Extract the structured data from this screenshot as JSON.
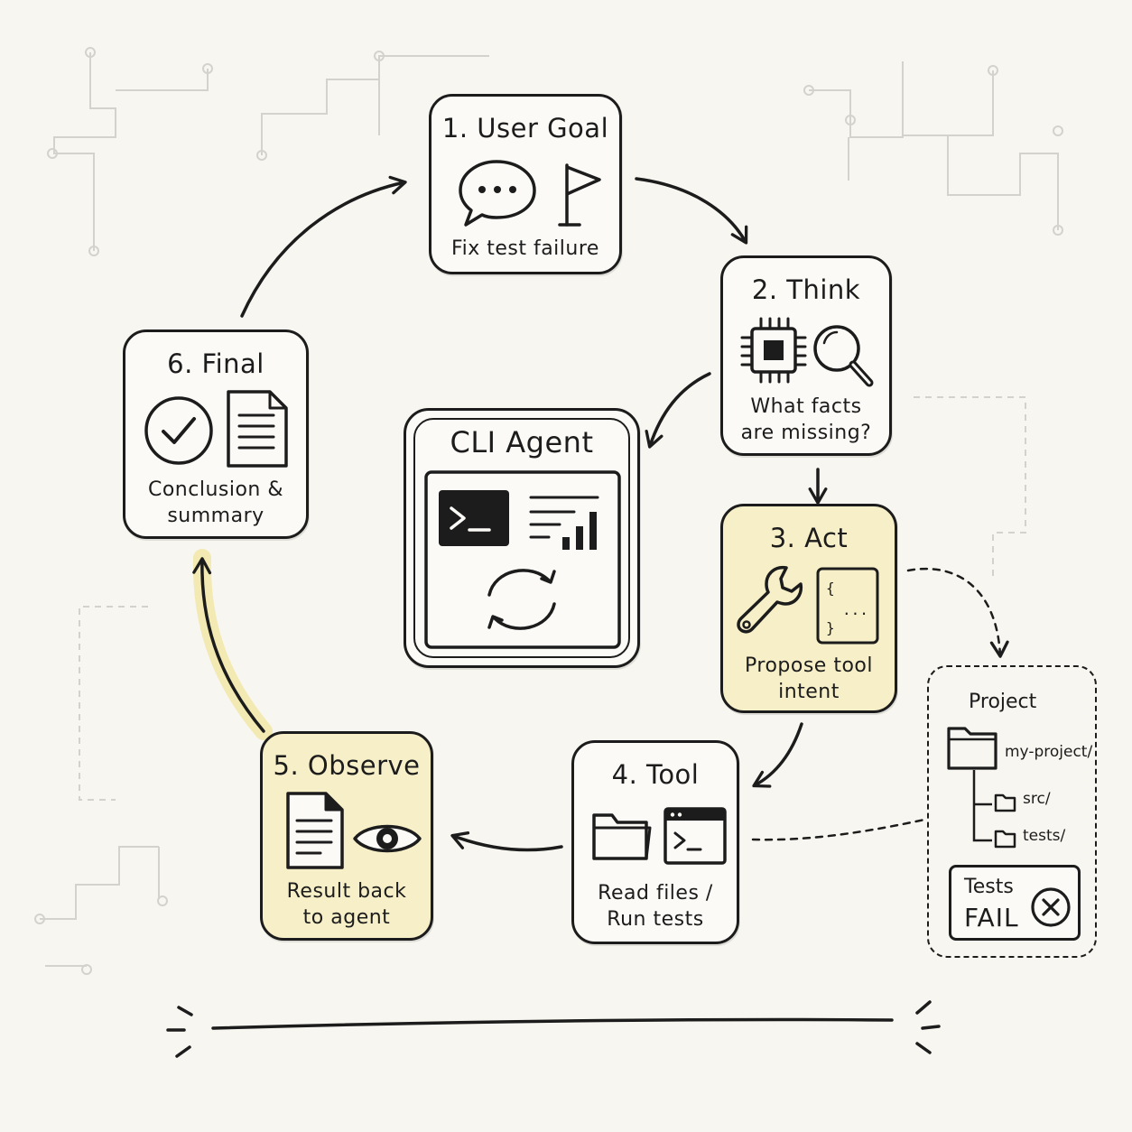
{
  "diagram": {
    "center": {
      "title": "CLI Agent"
    },
    "steps": [
      {
        "title": "1. User Goal",
        "caption": [
          "Fix test failure"
        ],
        "icons": [
          "speech-bubble-icon",
          "flag-icon"
        ]
      },
      {
        "title": "2. Think",
        "caption": [
          "What facts",
          "are missing?"
        ],
        "icons": [
          "cpu-chip-icon",
          "magnifier-icon"
        ]
      },
      {
        "title": "3. Act",
        "caption": [
          "Propose tool",
          "intent"
        ],
        "icons": [
          "wrench-icon",
          "code-braces-icon"
        ]
      },
      {
        "title": "4. Tool",
        "caption": [
          "Read files /",
          "Run tests"
        ],
        "icons": [
          "folder-icon",
          "terminal-window-icon"
        ]
      },
      {
        "title": "5. Observe",
        "caption": [
          "Result back",
          "to agent"
        ],
        "icons": [
          "document-icon",
          "eye-icon"
        ]
      },
      {
        "title": "6. Final",
        "caption": [
          "Conclusion &",
          "summary"
        ],
        "icons": [
          "check-circle-icon",
          "document-icon"
        ]
      }
    ],
    "project": {
      "title": "Project",
      "tree": [
        "my-project/",
        "src/",
        "tests/"
      ],
      "status": {
        "label": "Tests",
        "value": "FAIL"
      }
    },
    "colors": {
      "ink": "#1c1c1c",
      "highlight": "#f6efc8",
      "background": "#f8f6f0",
      "circuit": "#d2d0ca"
    }
  }
}
